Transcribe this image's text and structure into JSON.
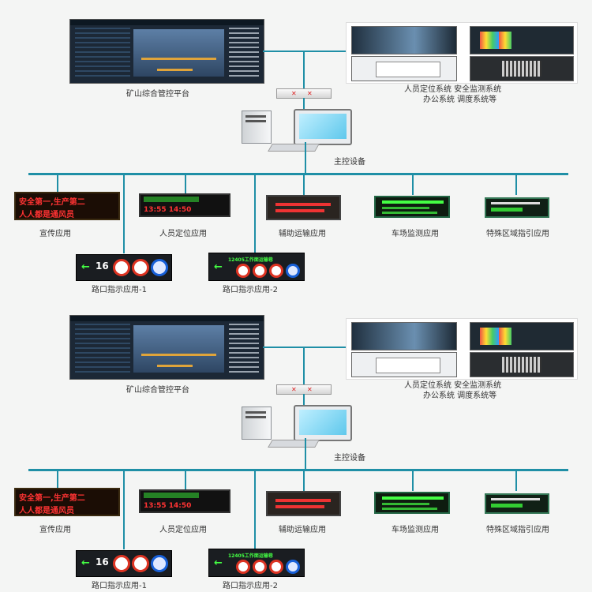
{
  "sections": [
    {
      "platform_label": "矿山综合管控平台",
      "systems_label_1": "人员定位系统 安全监测系统",
      "systems_label_2": "办公系统 调度系统等",
      "host_label": "主控设备",
      "apps": {
        "publicity": "宣传应用",
        "personnel": "人员定位应用",
        "transport": "辅助运输应用",
        "parking": "车场监测应用",
        "special": "特殊区域指引应用",
        "cross1": "路口指示应用-1",
        "cross2": "路口指示应用-2"
      },
      "screens": {
        "slogan_1": "安全第一,生产第二",
        "slogan_2": "人人都是通风员",
        "time_1": "13:55 14:50",
        "sign_mark": "16",
        "sign2_text": "12405工作面运输巷"
      }
    },
    {
      "platform_label": "矿山综合管控平台",
      "systems_label_1": "人员定位系统 安全监测系统",
      "systems_label_2": "办公系统 调度系统等",
      "host_label": "主控设备",
      "apps": {
        "publicity": "宣传应用",
        "personnel": "人员定位应用",
        "transport": "辅助运输应用",
        "parking": "车场监测应用",
        "special": "特殊区域指引应用",
        "cross1": "路口指示应用-1",
        "cross2": "路口指示应用-2"
      },
      "screens": {
        "slogan_1": "安全第一,生产第二",
        "slogan_2": "人人都是通风员",
        "time_1": "13:55 14:50",
        "sign_mark": "16",
        "sign2_text": "12405工作面运输巷"
      }
    }
  ],
  "colors": {
    "bus": "#1f8fa6",
    "led_red": "#e8261c",
    "led_green": "#39d23c"
  }
}
